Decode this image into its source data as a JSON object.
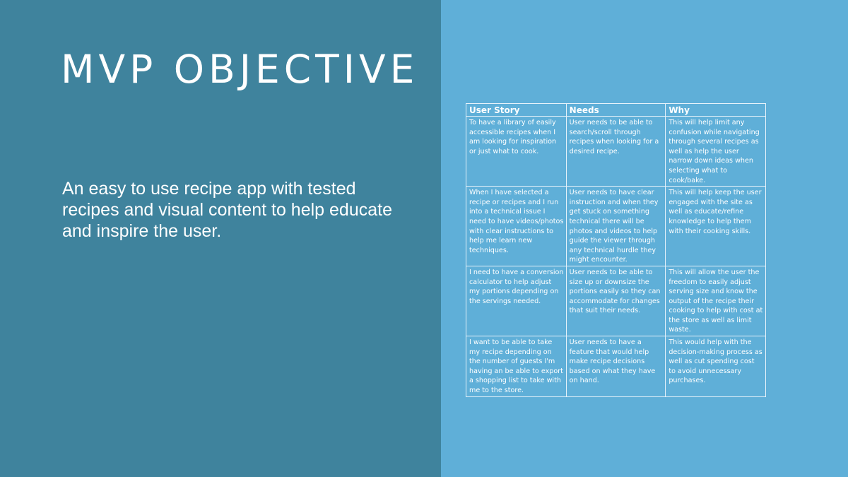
{
  "slide": {
    "title": "MVP OBJECTIVE",
    "subtitle": "An easy to use recipe app with tested recipes and visual content to help educate and inspire the user.",
    "colors": {
      "left_panel": "#3f839d",
      "right_panel": "#5fafd8",
      "text": "#ffffff"
    }
  },
  "table": {
    "headers": [
      "User Story",
      "Needs",
      "Why"
    ],
    "rows": [
      [
        "To have a library of easily accessible recipes when I am looking for inspiration or just what to cook.",
        "User needs to be able to search/scroll through recipes when looking for a desired recipe.",
        "This will help limit any confusion while navigating through several recipes as well as help the user narrow down ideas when selecting what to cook/bake."
      ],
      [
        "When I have selected a recipe or recipes and I run into a technical issue I need to have videos/photos with clear instructions to help me learn new techniques.",
        "User needs to have clear instruction and when they get stuck on something technical there will be photos and videos to help guide the viewer through any technical hurdle they might encounter.",
        "This will help keep the user engaged with the site as well as educate/refine knowledge to help them with their cooking skills."
      ],
      [
        "I need to have a conversion calculator to help adjust my portions depending on the servings needed.",
        "User needs to be able to size up or downsize the portions easily so they can accommodate for changes that suit their needs.",
        "This will allow the user the freedom to easily adjust serving size and know the output of the recipe their cooking to help with cost at the store as well as limit waste."
      ],
      [
        "I want to be able to take my recipe depending on the number of guests I'm having an be able to export a shopping list to take with me to the store.",
        "User needs to have a feature that would help make recipe decisions based on what they have on hand.",
        "This would help with the decision-making process as well as cut spending cost to avoid unnecessary purchases."
      ]
    ]
  }
}
